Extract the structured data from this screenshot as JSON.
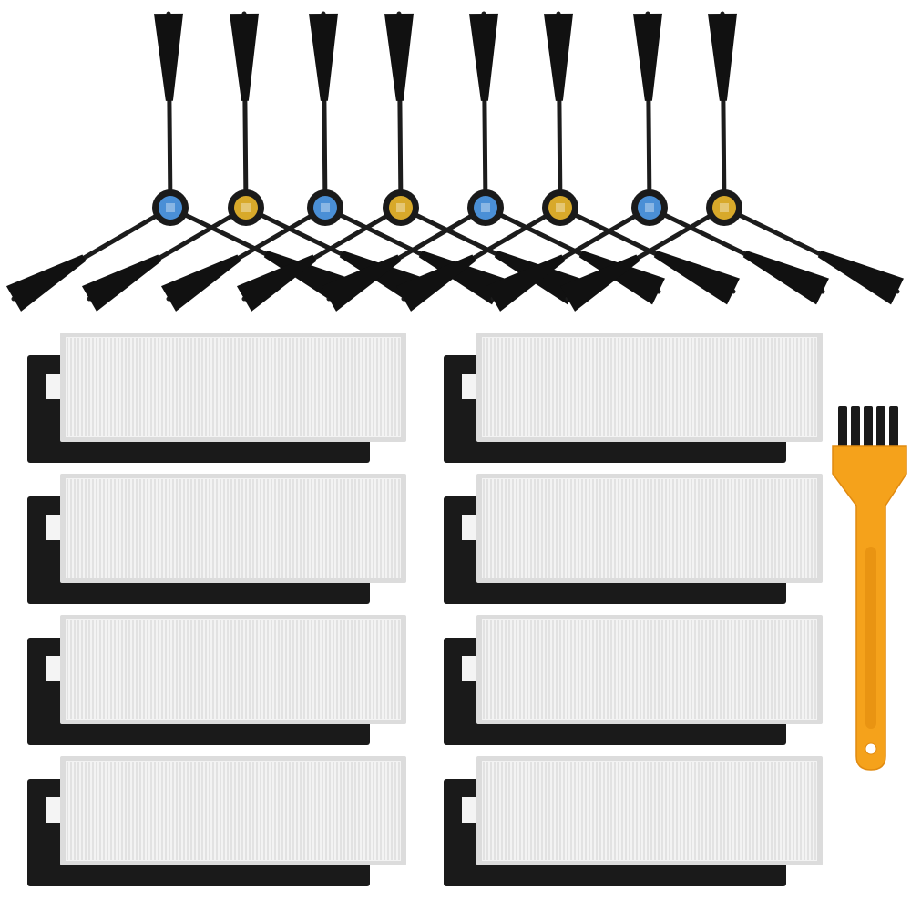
{
  "product_photo": {
    "side_brushes": {
      "count": 8,
      "hub_colors": [
        "#4a8fd6",
        "#d8a92a",
        "#4a8fd6",
        "#d8a92a",
        "#4a8fd6",
        "#d8a92a",
        "#4a8fd6",
        "#d8a92a"
      ],
      "bristle_color": "#111111"
    },
    "filters": {
      "count": 8,
      "pleat_color": "#f3f3f3",
      "foam_color": "#1a1a1a"
    },
    "cleaning_brush": {
      "count": 1,
      "handle_color": "#f5a21b",
      "bristle_color": "#1a1a1a"
    }
  }
}
